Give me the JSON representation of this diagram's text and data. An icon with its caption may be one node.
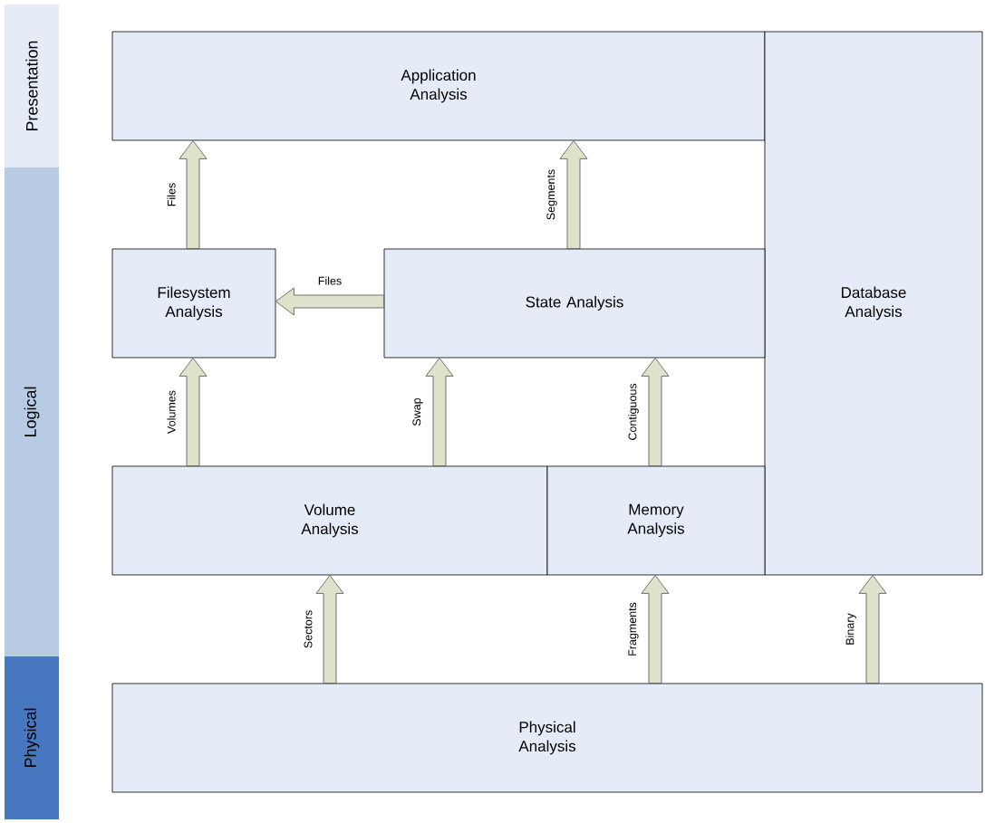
{
  "diagram": {
    "nodes": [
      {
        "text": [
          "Presentation"
        ]
      },
      {
        "text": [
          "Logical"
        ]
      },
      {
        "text": [
          "Physical"
        ]
      },
      {
        "text": [
          "Application Analysis"
        ]
      },
      {
        "text": [
          "Database Analysis"
        ]
      },
      {
        "text": [
          "Filesystem Analysis"
        ]
      },
      {
        "text": [
          "State Analysis"
        ]
      },
      {
        "text": [
          "Volume Analysis"
        ]
      },
      {
        "text": [
          "Memory Analysis"
        ]
      },
      {
        "text": [
          "Physical Analysis"
        ]
      }
    ],
    "edges": [
      {
        "from": 5,
        "to": 3,
        "arrow": "to",
        "label": "Files"
      },
      {
        "from": 6,
        "to": 3,
        "arrow": "to",
        "label": "Segments"
      },
      {
        "from": 6,
        "to": 5,
        "arrow": "to",
        "label": "Files"
      },
      {
        "from": 7,
        "to": 5,
        "arrow": "to",
        "label": "Volumes"
      },
      {
        "from": 7,
        "to": 6,
        "arrow": "to",
        "label": "Swap"
      },
      {
        "from": 8,
        "to": 6,
        "arrow": "to",
        "label": "Contiguous"
      },
      {
        "from": 9,
        "to": 7,
        "arrow": "to",
        "label": "Sectors"
      },
      {
        "from": 9,
        "to": 8,
        "arrow": "to",
        "label": "Fragments"
      },
      {
        "from": 9,
        "to": 4,
        "arrow": "to",
        "label": "Binary"
      }
    ]
  }
}
